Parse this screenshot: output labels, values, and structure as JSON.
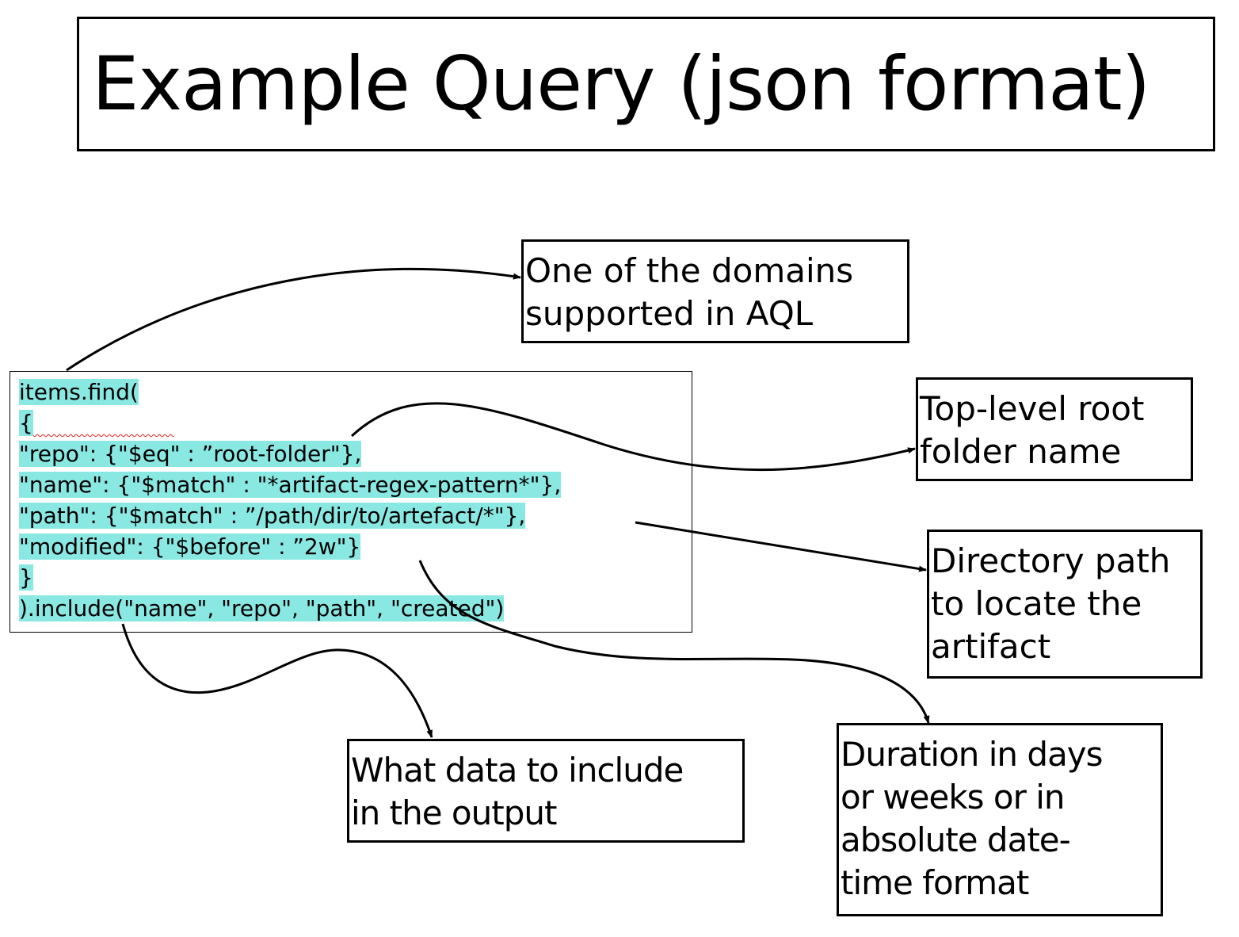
{
  "slide": {
    "title": "Example Query (json format)",
    "highlight_color": "#8ae8e3"
  },
  "code": {
    "lines": [
      "items.find(",
      "{",
      "\"repo\": {\"$eq\" : ”root-folder\"},",
      "\"name\": {\"$match\" : \"*artifact-regex-pattern*\"},",
      "\"path\": {\"$match\" : ”/path/dir/to/artefact/*\"},",
      "\"modified\": {\"$before\" : ”2w\"}",
      "}",
      ").include(\"name\", \"repo\", \"path\", \"created\")"
    ]
  },
  "callouts": {
    "domains": {
      "lines": [
        "One of the domains",
        "supported in AQL"
      ]
    },
    "root": {
      "lines": [
        "Top-level root",
        "folder name"
      ]
    },
    "directory": {
      "lines": [
        "Directory path",
        "to locate the",
        "artifact"
      ]
    },
    "include": {
      "lines": [
        "What data to include",
        "in the output"
      ]
    },
    "duration": {
      "lines": [
        "Duration in days",
        "or weeks or in",
        "absolute date-",
        "time format"
      ]
    }
  }
}
